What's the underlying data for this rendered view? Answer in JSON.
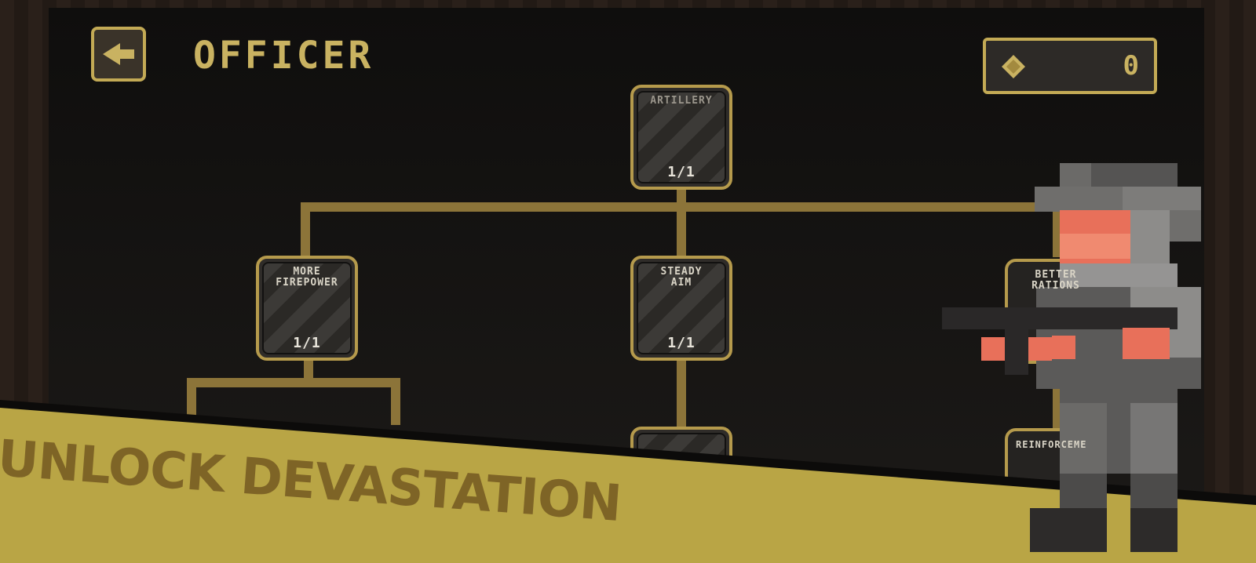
{
  "header": {
    "title": "OFFICER",
    "back_icon": "back-arrow-icon"
  },
  "currency": {
    "icon": "diamond-gem-icon",
    "amount": "0"
  },
  "skills": {
    "artillery": {
      "label": "ARTILLERY",
      "level": "1/1"
    },
    "more_firepower": {
      "label_line1": "MORE",
      "label_line2": "FIREPOWER",
      "level": "1/1"
    },
    "steady_aim": {
      "label_line1": "STEADY",
      "label_line2": "AIM",
      "level": "1/1"
    },
    "better_rations": {
      "label_line1": "BETTER",
      "label_line2": "RATIONS"
    },
    "reinforcements": {
      "label": "REINFORCEME"
    }
  },
  "banner": {
    "text": "UNLOCK DEVASTATION"
  },
  "colors": {
    "accent_gold": "#c3aa55",
    "connector": "#8c7439",
    "banner_yellow": "#b9a545",
    "banner_text": "#7e6426"
  }
}
